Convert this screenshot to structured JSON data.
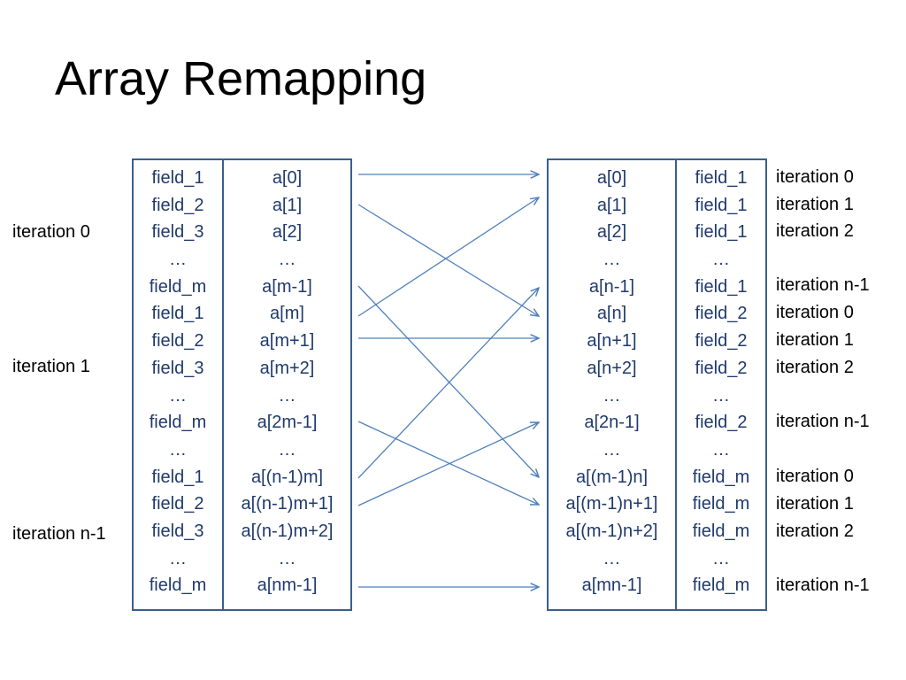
{
  "title": "Array Remapping",
  "colors": {
    "box_border": "#3a5f8c",
    "cell_text": "#1f3a6d",
    "arrow": "#4f81bd"
  },
  "left_fields": [
    "field_1",
    "field_2",
    "field_3",
    "…",
    "field_m",
    "field_1",
    "field_2",
    "field_3",
    "…",
    "field_m",
    "…",
    "field_1",
    "field_2",
    "field_3",
    "…",
    "field_m"
  ],
  "left_arrays": [
    "a[0]",
    "a[1]",
    "a[2]",
    "…",
    "a[m-1]",
    "a[m]",
    "a[m+1]",
    "a[m+2]",
    "…",
    "a[2m-1]",
    "…",
    "a[(n-1)m]",
    "a[(n-1)m+1]",
    "a[(n-1)m+2]",
    "…",
    "a[nm-1]"
  ],
  "right_arrays": [
    "a[0]",
    "a[1]",
    "a[2]",
    "…",
    "a[n-1]",
    "a[n]",
    "a[n+1]",
    "a[n+2]",
    "…",
    "a[2n-1]",
    "…",
    "a[(m-1)n]",
    "a[(m-1)n+1]",
    "a[(m-1)n+2]",
    "…",
    "a[mn-1]"
  ],
  "right_fields": [
    "field_1",
    "field_1",
    "field_1",
    "…",
    "field_1",
    "field_2",
    "field_2",
    "field_2",
    "…",
    "field_2",
    "…",
    "field_m",
    "field_m",
    "field_m",
    "…",
    "field_m"
  ],
  "left_labels": [
    "iteration 0",
    "iteration 1",
    "iteration n-1"
  ],
  "right_labels": [
    "iteration 0",
    "iteration 1",
    "iteration 2",
    "iteration n-1",
    "iteration 0",
    "iteration 1",
    "iteration 2",
    "iteration n-1",
    "iteration 0",
    "iteration 1",
    "iteration 2",
    "iteration n-1"
  ]
}
